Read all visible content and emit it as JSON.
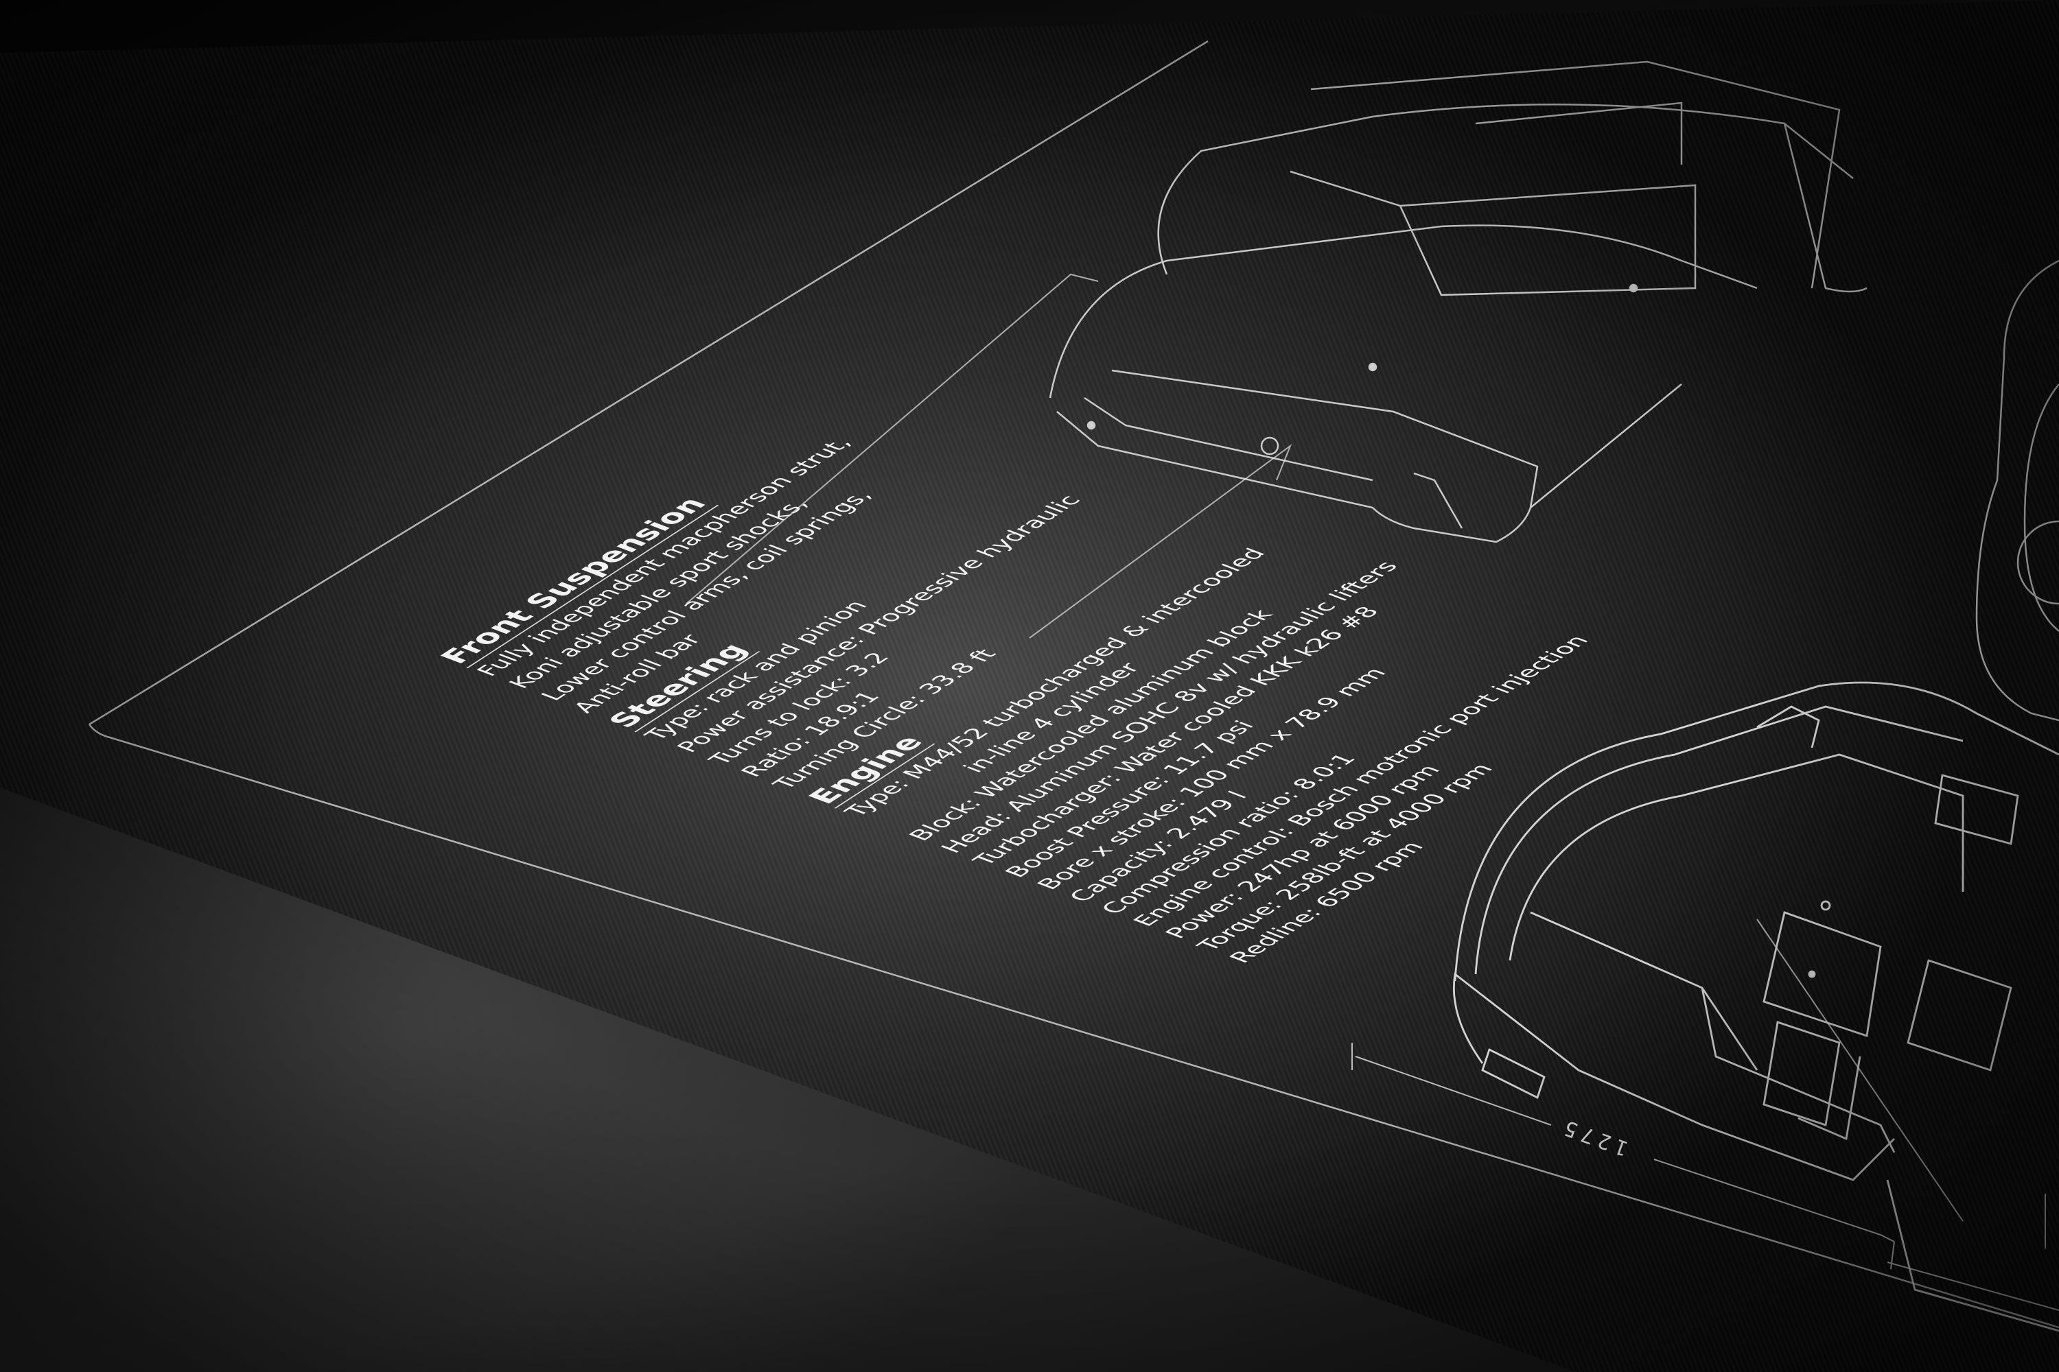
{
  "front_suspension": {
    "heading": "Front Suspension",
    "lines": [
      "Fully independent macpherson strut,",
      "Koni adjustable sport shocks,",
      "Lower control arms, coil springs,",
      "Anti-roll bar"
    ]
  },
  "steering": {
    "heading": "Steering",
    "lines": [
      "Type: rack and pinion",
      "Power assistance: Progressive hydraulic",
      "Turns to lock: 3.2",
      "Ratio: 18.9:1",
      "Turning Circle: 33.8 ft"
    ]
  },
  "engine": {
    "heading": "Engine",
    "lines": [
      "Type: M44/52 turbocharged & intercooled",
      "in-line 4 cylinder",
      "Block: Watercooled aluminum block",
      "Head: Aluminum SOHC 8v w/ hydraulic lifters",
      "Turbocharger: Water cooled KKK k26 #8",
      "Boost Pressure: 11.7  psi",
      "Bore x stroke: 100 mm x 78.9 mm",
      "Capacity: 2.479 l",
      "Compression ratio:  8.0:1",
      "Engine control: Bosch motronic port injection",
      "Power: 247hp at 6000 rpm",
      "Torque: 258lb-ft at 4000 rpm",
      "Redline: 6500 rpm"
    ]
  },
  "drawing": {
    "dimension_label": "1275"
  },
  "colors": {
    "line": "#e8e8e8",
    "metal": "#2c2c2c"
  }
}
